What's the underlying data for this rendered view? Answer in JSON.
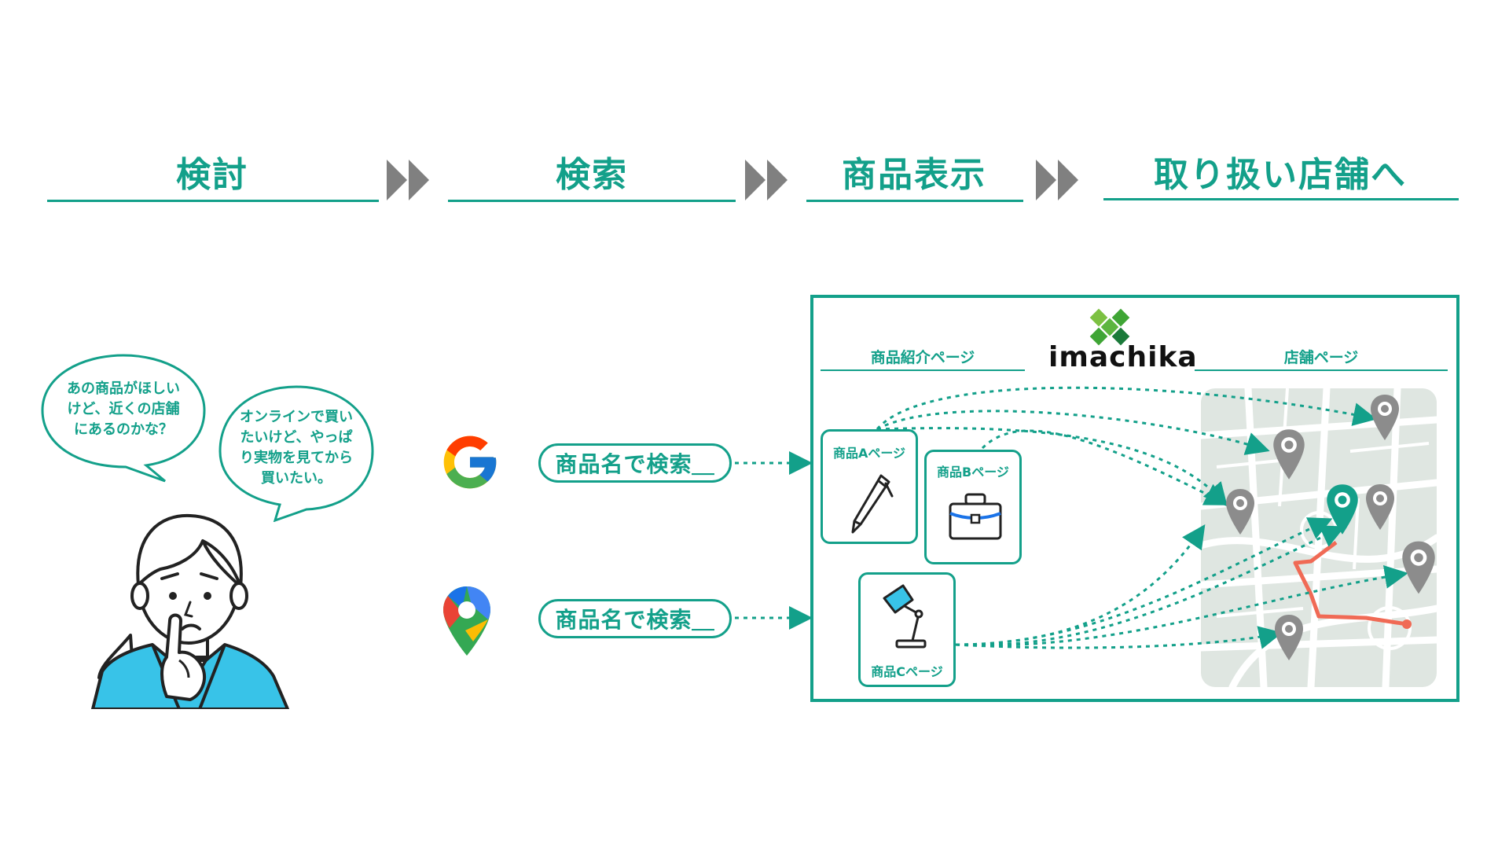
{
  "steps": [
    {
      "label": "検討"
    },
    {
      "label": "検索"
    },
    {
      "label": "商品表示"
    },
    {
      "label": "取り扱い店舗へ"
    }
  ],
  "bubbles": {
    "left": "あの商品がほしい\nけど、近くの店舗\nにあるのかな？",
    "right": "オンラインで買い\nたいけど、やっぱ\nり実物を見てから\n買いたい。"
  },
  "search": {
    "google_label": "商品名で検索＿",
    "maps_label": "商品名で検索＿"
  },
  "panel": {
    "left_section": "商品紹介ページ",
    "right_section": "店舗ページ",
    "logo": "imachika",
    "cards": [
      {
        "label": "商品Aページ"
      },
      {
        "label": "商品Bページ"
      },
      {
        "label": "商品Cページ"
      }
    ]
  },
  "colors": {
    "accent": "#13a08a",
    "chevron": "#808080",
    "pin_gray": "#8c8c8c",
    "route": "#f06a55",
    "map_bg": "#dfe6e1",
    "logo_green": "#3fa535"
  },
  "icons": [
    "google-icon",
    "google-maps-icon",
    "pen-icon",
    "briefcase-icon",
    "desk-lamp-icon",
    "location-pin-icon",
    "imachika-logo"
  ]
}
